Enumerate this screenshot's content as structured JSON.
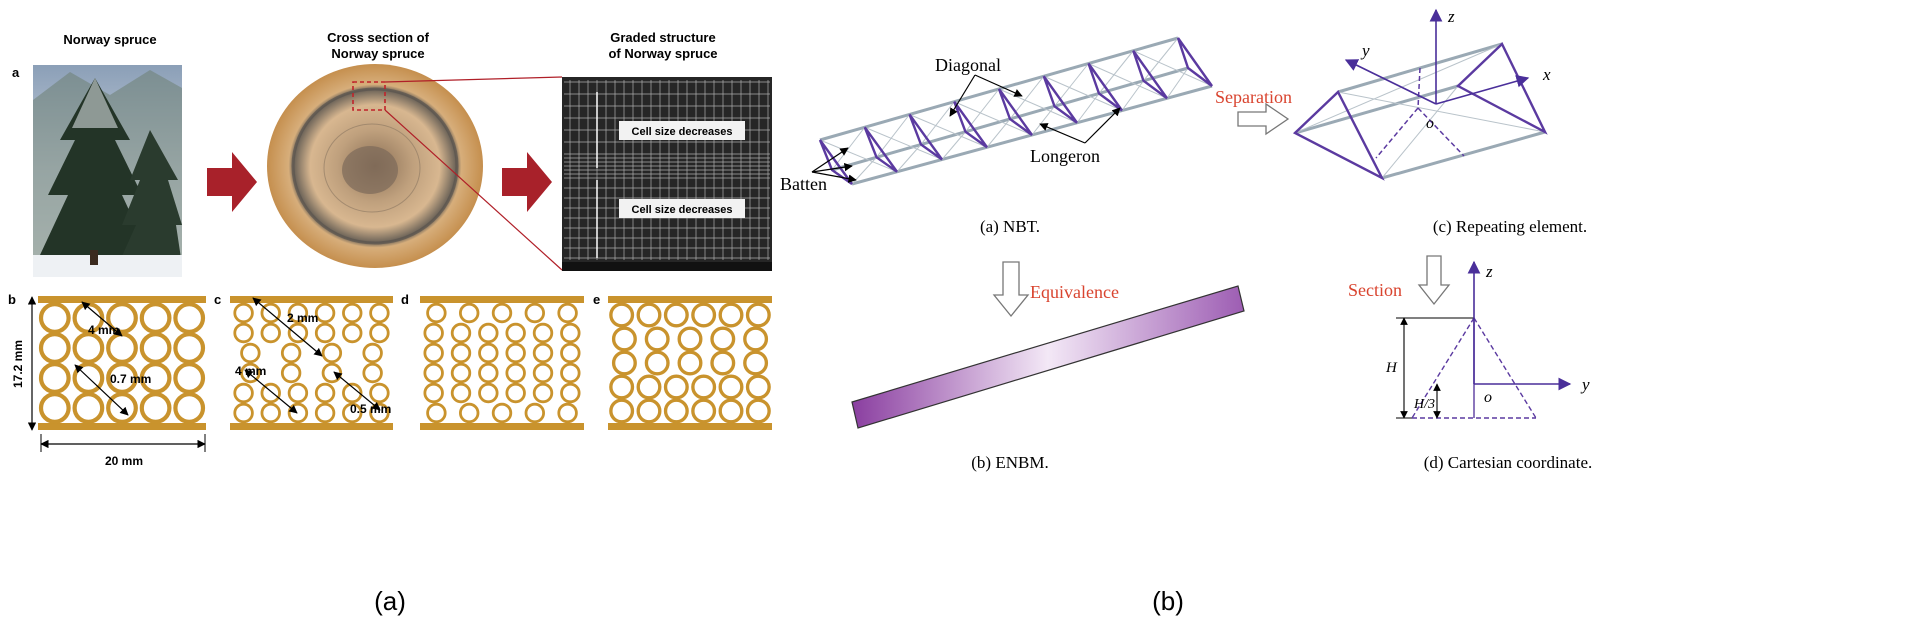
{
  "panel_a": {
    "titles": {
      "spruce": "Norway spruce",
      "cross_l1": "Cross section of",
      "cross_l2": "Norway spruce",
      "graded_l1": "Graded structure",
      "graded_l2": "of Norway spruce"
    },
    "sem": {
      "label_top": "Cell size decreases",
      "label_bottom": "Cell size decreases"
    },
    "letters": {
      "a": "a",
      "b": "b",
      "c": "c",
      "d": "d",
      "e": "e"
    },
    "dims": {
      "b_cell": "4 mm",
      "b_wall": "0.7 mm",
      "b_height": "17.2 mm",
      "b_width": "20 mm",
      "c_small": "2 mm",
      "c_large": "4 mm",
      "c_wall": "0.5 mm"
    },
    "caption": "(a)"
  },
  "panel_b": {
    "labels": {
      "diagonal": "Diagonal",
      "longeron": "Longeron",
      "batten": "Batten",
      "separation": "Separation",
      "equivalence": "Equivalence",
      "section": "Section"
    },
    "axes": {
      "x": "x",
      "y": "y",
      "z": "z",
      "o": "o",
      "sec_z": "z",
      "sec_y": "y",
      "sec_o": "o",
      "h": "H",
      "h3": "H/3"
    },
    "subcaptions": {
      "a": "(a)  NBT.",
      "b": "(b)  ENBM.",
      "c": "(c)  Repeating element.",
      "d": "(d)  Cartesian coordinate."
    },
    "caption": "(b)"
  },
  "colors": {
    "arrow_red": "#a8212a",
    "lattice_gold": "#c9932d",
    "truss_gray": "#9aa9b4",
    "truss_purple": "#5b3aa0",
    "label_red": "#d9442f",
    "beam_purple": "#9a5ab0"
  }
}
